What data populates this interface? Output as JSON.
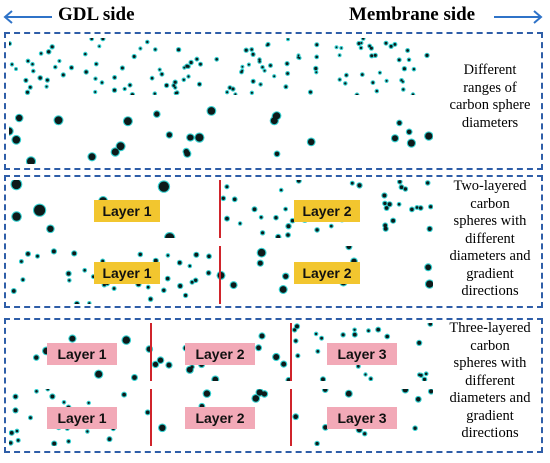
{
  "header": {
    "left_label": "GDL side",
    "right_label": "Membrane side",
    "arrow_color": "#2f73c8"
  },
  "colors": {
    "panel_border": "#2f5ea8",
    "particle": "#0d1a1a",
    "halo": "#35d0d0",
    "divider": "#d0242b",
    "badge_yellow": "#f2c62f",
    "badge_pink": "#f2a9b7"
  },
  "panels": [
    {
      "description": [
        "Different",
        "ranges of",
        "carbon sphere",
        "diameters"
      ],
      "rows": [
        {
          "layers": [
            {
              "label": "",
              "density": "very-dense"
            }
          ]
        },
        {
          "layers": [
            {
              "label": "",
              "density": "coarse"
            }
          ]
        }
      ]
    },
    {
      "description": [
        "Two-layered",
        "carbon",
        "spheres with",
        "different",
        "diameters and",
        "gradient",
        "directions"
      ],
      "rows": [
        {
          "layers": [
            {
              "label": "Layer 1",
              "density": "large"
            },
            {
              "label": "Layer 2",
              "density": "dense"
            }
          ]
        },
        {
          "layers": [
            {
              "label": "Layer 1",
              "density": "dense"
            },
            {
              "label": "Layer 2",
              "density": "coarse"
            }
          ]
        }
      ]
    },
    {
      "description": [
        "Three-layered",
        "carbon",
        "spheres with",
        "different",
        "diameters and",
        "gradient",
        "directions"
      ],
      "rows": [
        {
          "layers": [
            {
              "label": "Layer 1",
              "density": "coarse"
            },
            {
              "label": "Layer 2",
              "density": "medium"
            },
            {
              "label": "Layer 3",
              "density": "dense"
            }
          ]
        },
        {
          "layers": [
            {
              "label": "Layer 1",
              "density": "dense"
            },
            {
              "label": "Layer 2",
              "density": "coarse"
            },
            {
              "label": "Layer 3",
              "density": "medium"
            }
          ]
        }
      ]
    }
  ]
}
